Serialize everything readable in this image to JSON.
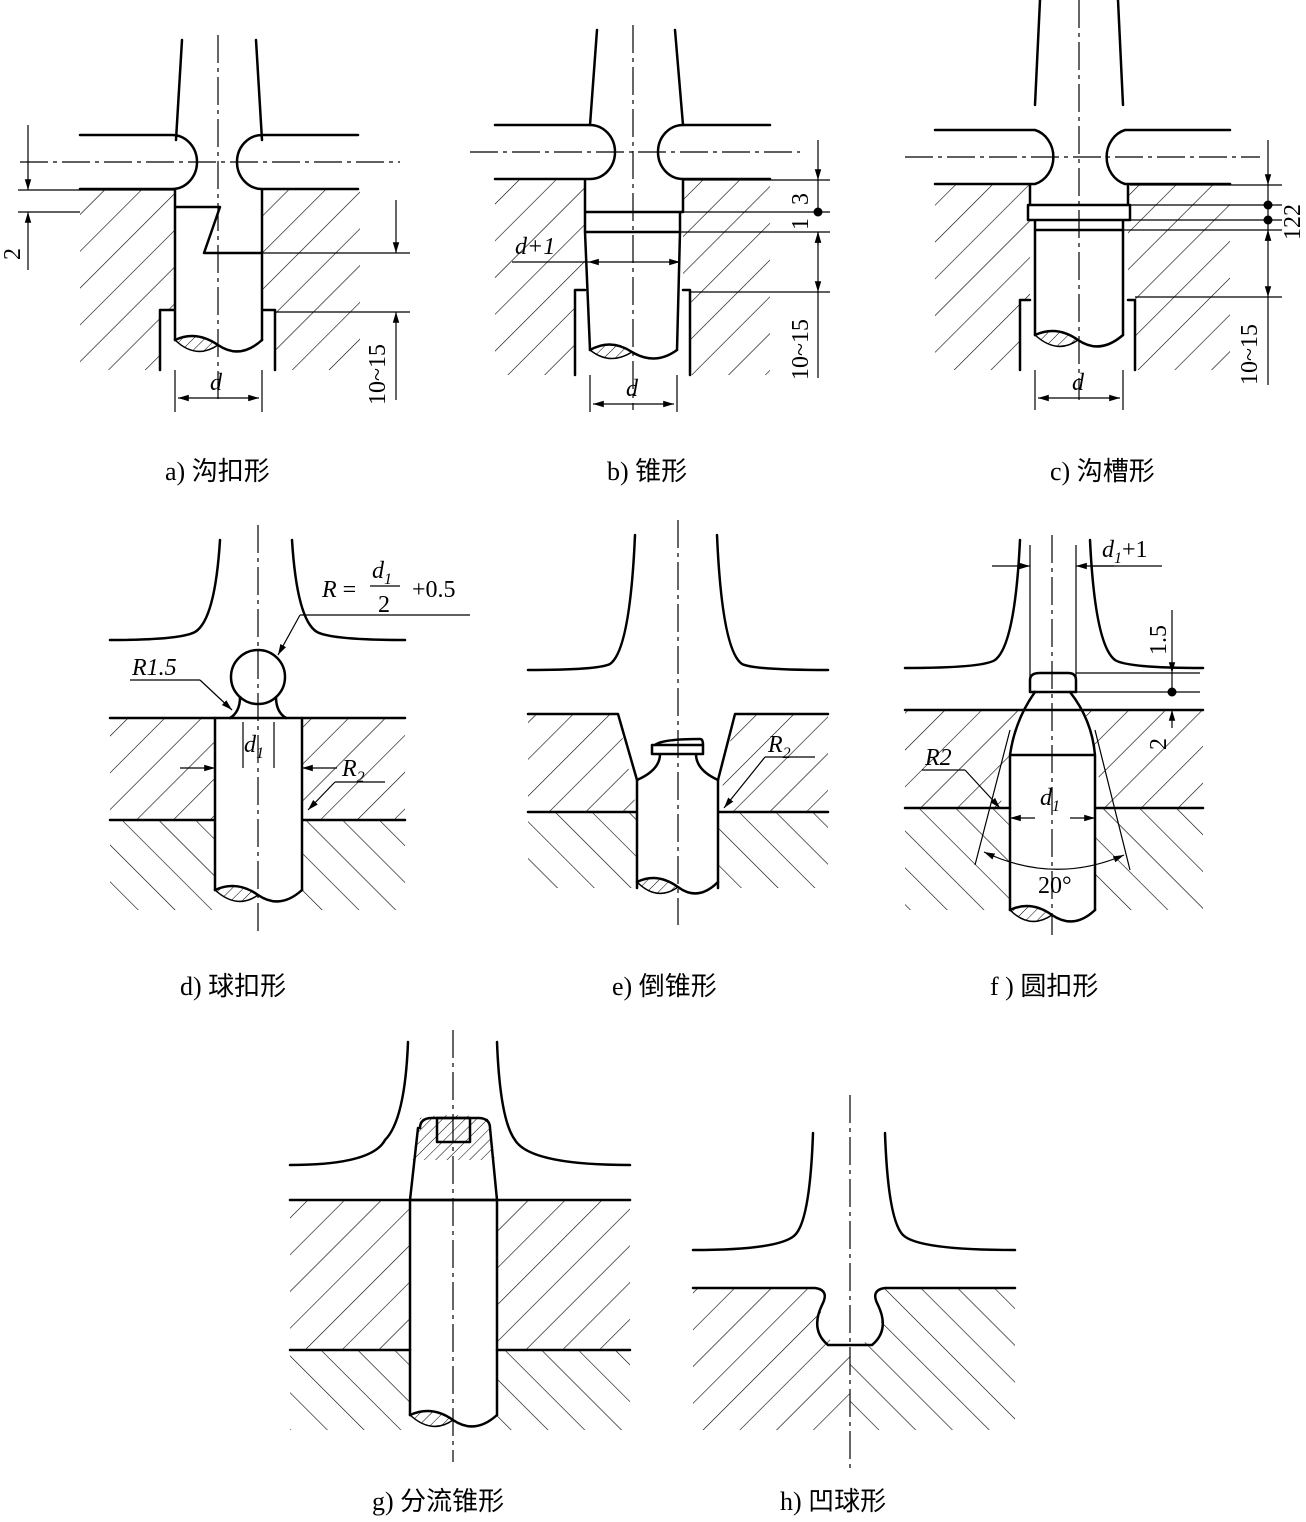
{
  "captions": {
    "a": "a) 沟扣形",
    "b": "b) 锥形",
    "c": "c) 沟槽形",
    "d": "d) 球扣形",
    "e": "e) 倒锥形",
    "f": "f ) 圆扣形",
    "g": "g) 分流锥形",
    "h": "h) 凹球形"
  },
  "dims": {
    "a_two": "2",
    "a_range": "10~15",
    "a_d": "d",
    "b_d1": "d+1",
    "b_d": "d",
    "b_1": "1",
    "b_3": "3",
    "b_range": "10~15",
    "c_122": "122",
    "c_d": "d",
    "c_range": "10~15",
    "d_R_formula_left": "R =",
    "d_R_num": "d",
    "d_R_num_sub": "1",
    "d_R_den": "2",
    "d_R_plus": "+0.5",
    "d_R15": "R1.5",
    "d_d1": "d",
    "d_d1_sub": "1",
    "d_R2": "R",
    "d_R2_sub": "2",
    "e_R2": "R",
    "e_R2_sub": "2",
    "f_d1p1": "d",
    "f_d1p1_sub": "1",
    "f_d1p1_tail": "+1",
    "f_15": "1.5",
    "f_2": "2",
    "f_R2": "R2",
    "f_d1": "d",
    "f_d1_sub": "1",
    "f_angle": "20°"
  }
}
